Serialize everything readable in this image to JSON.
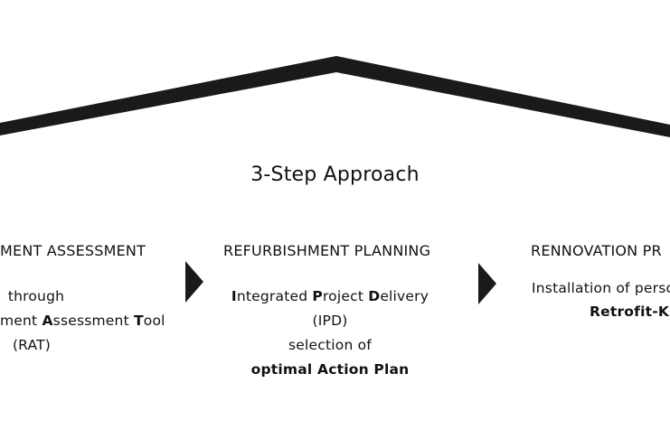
{
  "title": "3-Step Approach",
  "steps": [
    {
      "heading": "MENT ASSESSMENT",
      "lines": [
        "through",
        "ment Assessment Tool",
        "(RAT)"
      ]
    },
    {
      "heading": "REFURBISHMENT PLANNING",
      "lines": [
        "Integrated Project Delivery",
        "(IPD)",
        "selection of",
        "optimal Action Plan"
      ]
    },
    {
      "heading": "RENNOVATION PR",
      "lines": [
        "Installation of perso",
        "Retrofit-Kit"
      ]
    }
  ],
  "colors": {
    "roof": "#1a1a1a",
    "arrow": "#1a1a1a",
    "text": "#111111"
  }
}
